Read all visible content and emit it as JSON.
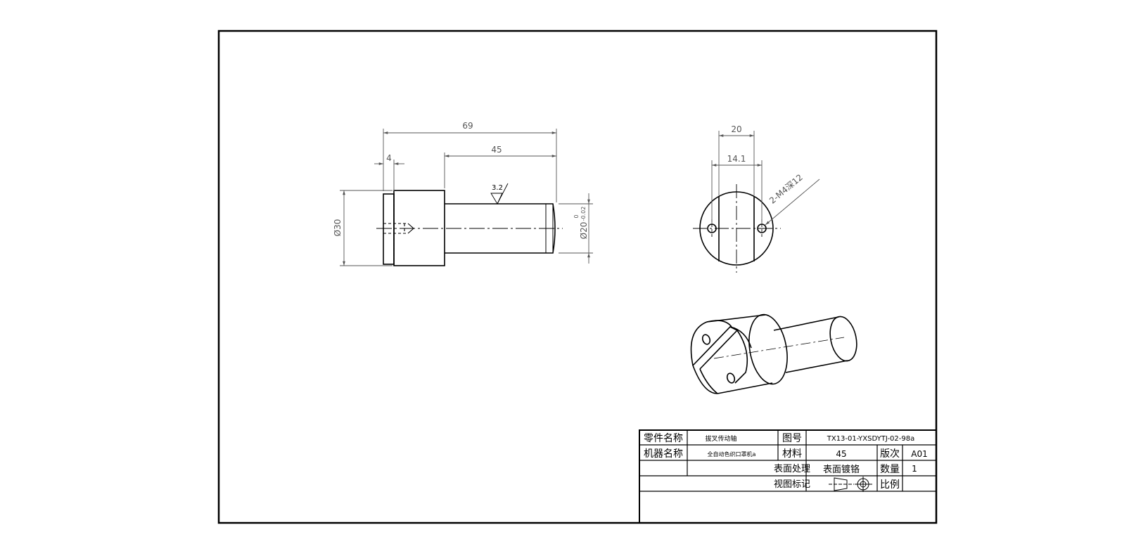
{
  "dimensions": {
    "overall_length": "69",
    "shaft_length": "45",
    "flange_width": "4",
    "head_diameter": "Ø30",
    "shaft_diameter": "Ø20",
    "shaft_tol_upper": "0",
    "shaft_tol_lower": "-0.02",
    "side_width": "20",
    "hole_spacing": "14.1",
    "hole_callout": "2-M4深12",
    "roughness": "3.2"
  },
  "title_block": {
    "part_name_label": "零件名称",
    "part_name": "拔叉传动轴",
    "drawing_no_label": "图号",
    "drawing_no": "TX13-01-YXSDYTJ-02-98a",
    "machine_name_label": "机器名称",
    "machine_name": "全自动色织口罩机a",
    "material_label": "材料",
    "material": "45",
    "revision_label": "版次",
    "revision": "A01",
    "surface_treatment_label": "表面处理",
    "surface_treatment": "表面镀铬",
    "quantity_label": "数量",
    "quantity": "1",
    "view_mark_label": "视图标记",
    "scale_label": "比例",
    "scale": ""
  }
}
